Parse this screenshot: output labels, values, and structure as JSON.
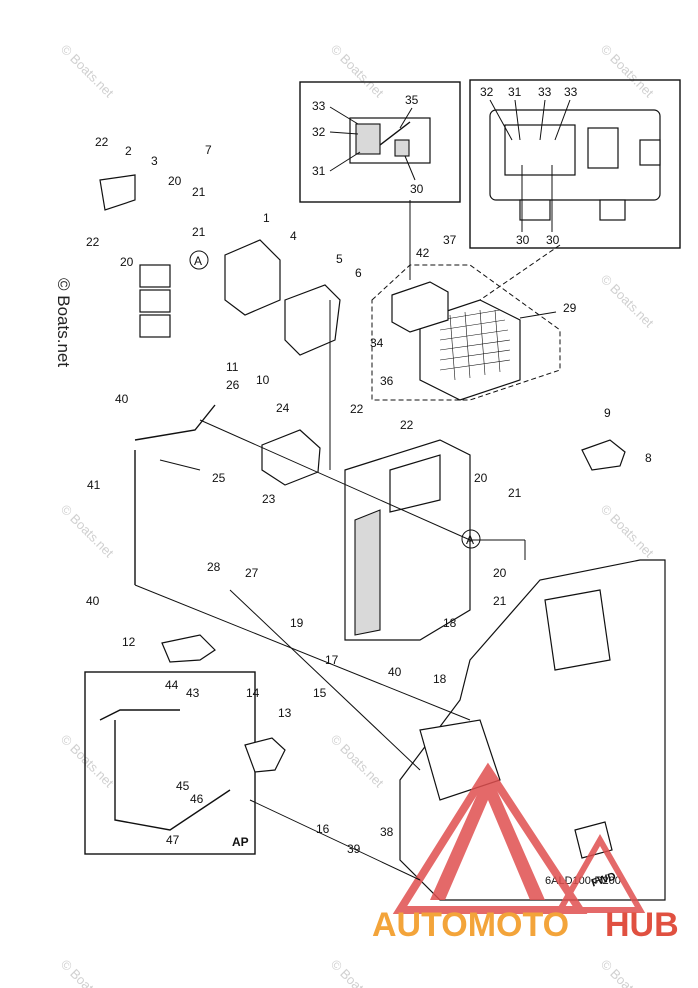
{
  "watermark": "© Boats.net",
  "diagram_code": "6ALD100-R200",
  "ap_label": "AP",
  "fwd_label": "FWD",
  "ref_marker": "A",
  "brand": {
    "part1": "AUTOMOTO",
    "part2": "HUB",
    "color1": "#f3a43a",
    "color2": "#e05040",
    "triangle_color": "#e05050"
  },
  "callouts": {
    "c1": "1",
    "c2": "2",
    "c3": "3",
    "c4": "4",
    "c5": "5",
    "c6": "6",
    "c7": "7",
    "c8": "8",
    "c9": "9",
    "c10": "10",
    "c11": "11",
    "c12": "12",
    "c13": "13",
    "c14": "14",
    "c15": "15",
    "c16": "16",
    "c17": "17",
    "c18a": "18",
    "c18b": "18",
    "c19": "19",
    "c20a": "20",
    "c20b": "20",
    "c20c": "20",
    "c20d": "20",
    "c21a": "21",
    "c21b": "21",
    "c21c": "21",
    "c21d": "21",
    "c22a": "22",
    "c22b": "22",
    "c22c": "22",
    "c22d": "22",
    "c23": "23",
    "c24": "24",
    "c25": "25",
    "c26": "26",
    "c27": "27",
    "c28": "28",
    "c29": "29",
    "c30a": "30",
    "c30b": "30",
    "c30c": "30",
    "c31a": "31",
    "c31b": "31",
    "c32a": "32",
    "c32b": "32",
    "c33a": "33",
    "c33b": "33",
    "c33c": "33",
    "c34": "34",
    "c35": "35",
    "c36": "36",
    "c37": "37",
    "c38": "38",
    "c39": "39",
    "c40a": "40",
    "c40b": "40",
    "c40c": "40",
    "c41": "41",
    "c42": "42",
    "c43": "43",
    "c44": "44",
    "c45": "45",
    "c46": "46",
    "c47": "47"
  }
}
